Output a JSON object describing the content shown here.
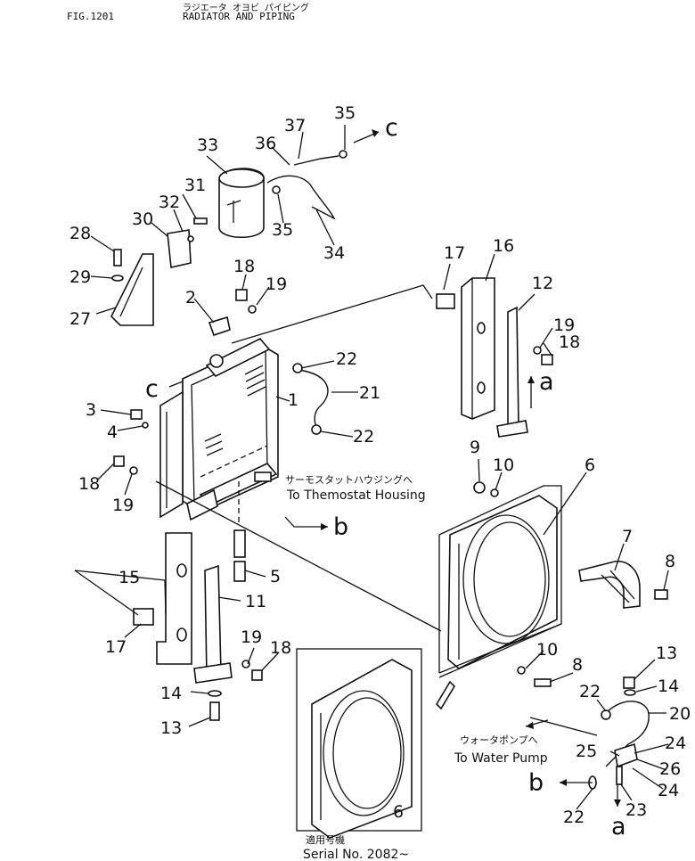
{
  "header": {
    "fig": "FIG.1201",
    "title_jp": "ラジエータ オヨビ パイピング",
    "title": "RADIATOR AND PIPING"
  },
  "annotations": {
    "thermostat_jp": "サーモスタットハウジングへ",
    "thermostat": "To Themostat Housing",
    "water_pump_jp": "ウォータポンプへ",
    "water_pump": "To Water Pump",
    "serial_jp": "適用号機",
    "serial": "Serial No. 2082~"
  },
  "letters": {
    "a": "a",
    "b": "b",
    "c": "c"
  },
  "callouts": [
    "1",
    "2",
    "3",
    "4",
    "5",
    "6",
    "6",
    "7",
    "8",
    "8",
    "9",
    "10",
    "10",
    "11",
    "12",
    "13",
    "13",
    "14",
    "14",
    "15",
    "16",
    "17",
    "17",
    "18",
    "18",
    "18",
    "18",
    "19",
    "19",
    "19",
    "19",
    "20",
    "21",
    "22",
    "22",
    "22",
    "22",
    "23",
    "24",
    "24",
    "25",
    "26",
    "27",
    "28",
    "29",
    "30",
    "31",
    "32",
    "33",
    "34",
    "35",
    "35",
    "36",
    "37"
  ]
}
